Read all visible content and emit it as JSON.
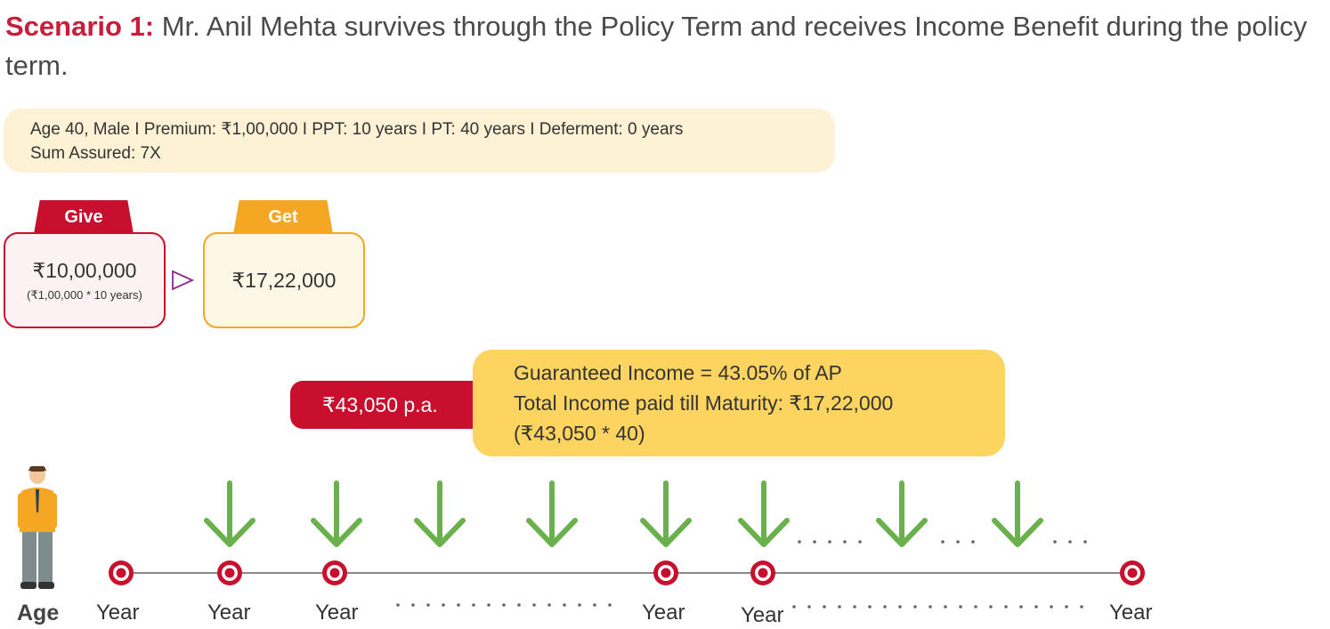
{
  "heading": {
    "bold": "Scenario 1:",
    "text": " Mr. Anil Mehta survives through the Policy Term and receives Income Benefit during the policy term."
  },
  "info": {
    "line1": "Age 40, Male  I  Premium: ₹1,00,000  I  PPT: 10 years  I  PT: 40 years  I  Deferment: 0 years",
    "line2": "Sum Assured: 7X"
  },
  "give": {
    "tab": "Give",
    "amount": "₹10,00,000",
    "detail": "(₹1,00,000 * 10 years)"
  },
  "get": {
    "tab": "Get",
    "amount": "₹17,22,000"
  },
  "income": {
    "annual": "₹43,050 p.a.",
    "line1": "Guaranteed Income = 43.05% of AP",
    "line2": "Total Income paid till Maturity: ₹17,22,000",
    "line3": "(₹43,050 * 40)"
  },
  "timeline": {
    "age_label": "Age",
    "year_labels": [
      "Year",
      "Year",
      "Year",
      "Year",
      "Year",
      "Year"
    ],
    "colors": {
      "arrow": "#6ab04c",
      "node": "#c8102e",
      "line": "#888888"
    }
  }
}
